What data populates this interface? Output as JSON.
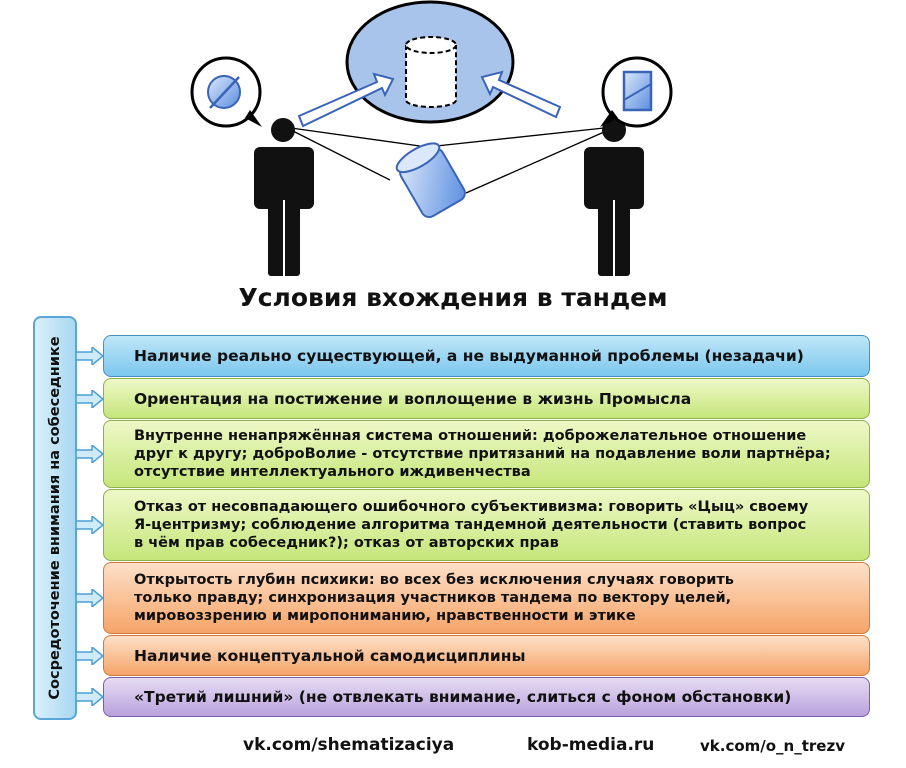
{
  "title": "Условия вхождения в тандем",
  "sidebar_label": "Сосредоточение внимания на собеседнике",
  "conditions": [
    {
      "text": "Наличие реально существующей, а не выдуманной проблемы (незадачи)",
      "color": "#7cc7ee"
    },
    {
      "text": "Ориентация на постижение и воплощение в жизнь Промысла",
      "color": "#c5e67a"
    },
    {
      "text": "Внутренне ненапряжённая система отношений: доброжелательное отношение\nдруг к другу; доброВолие - отсутствие притязаний на подавление воли партнёра;\nотсутствие интеллектуального иждивенчества",
      "color": "#c5e67a"
    },
    {
      "text": "Отказ от несовпадающего ошибочного субъективизма: говорить «Цыц» своему\nЯ-центризму; соблюдение алгоритма тандемной деятельности (ставить вопрос\nв чём прав собеседник?); отказ от авторских прав",
      "color": "#c5e67a"
    },
    {
      "text": "Открытость глубин психики: во всех без исключения случаях говорить\nтолько правду; синхронизация участников тандема по вектору целей,\nмировоззрению и миропониманию, нравственности и этике",
      "color": "#f6a468"
    },
    {
      "text": "Наличие концептуальной самодисциплины",
      "color": "#f6a468"
    },
    {
      "text": "«Третий лишний» (не отвлекать внимание, слиться с фоном обстановки)",
      "color": "#b9a2dd"
    }
  ],
  "footer": {
    "link1": "vk.com/shematizaciya",
    "link2": "kob-media.ru",
    "link3": "vk.com/o_n_trezv"
  }
}
